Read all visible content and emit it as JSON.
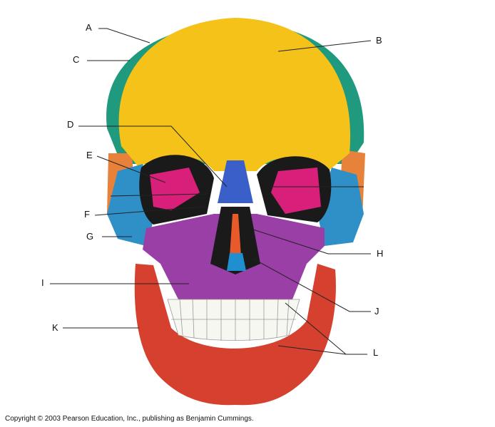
{
  "labels": {
    "A": "A",
    "B": "B",
    "C": "C",
    "D": "D",
    "E": "E",
    "F": "F",
    "G": "G",
    "H": "H",
    "I": "I",
    "J": "J",
    "K": "K",
    "L": "L"
  },
  "copyright": "Copyright © 2003 Pearson Education, Inc., publishing as Benjamin Cummings.",
  "colors": {
    "frontal": "#f5c21a",
    "parietal": "#1f9a7e",
    "temporal": "#e8823a",
    "zygomatic": "#2f8fc7",
    "maxilla": "#9a3fa6",
    "mandible": "#d5402f",
    "nasal": "#3a5fc8",
    "orbit": "#1a1a1a",
    "sphenoid": "#d81f7a"
  }
}
